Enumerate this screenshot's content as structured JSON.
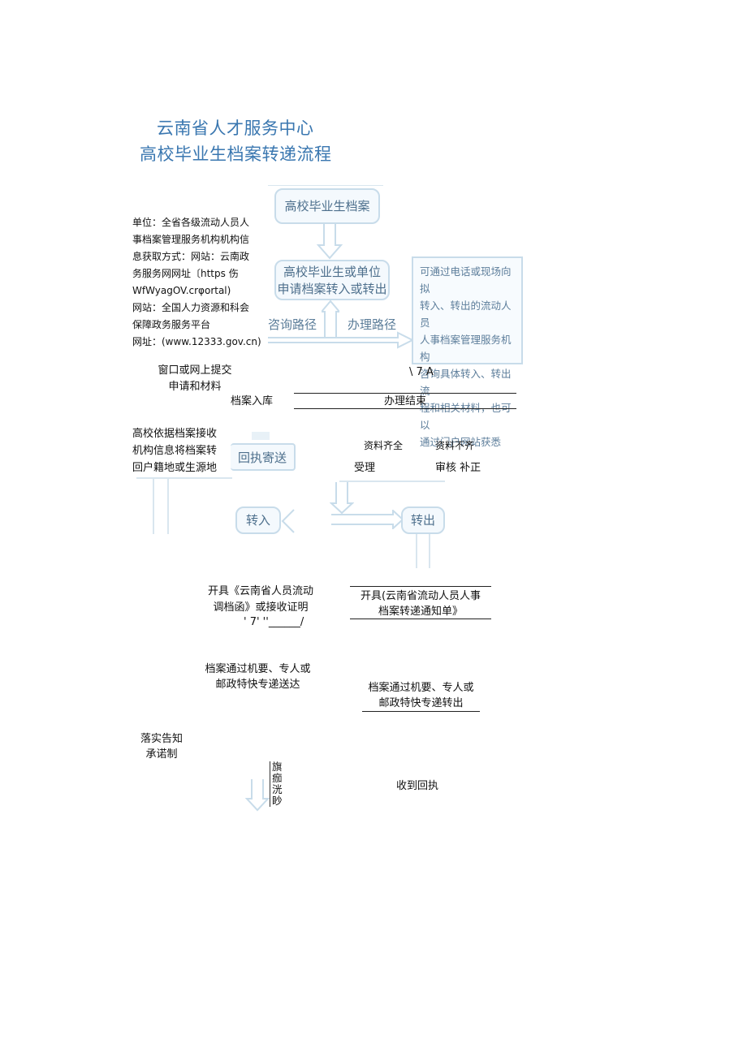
{
  "title": {
    "line1": "云南省人才服务中心",
    "line2": "高校毕业生档案转递流程"
  },
  "left_info": [
    "单位：全省各级流动人员人",
    "事档案管理服务机构机构信",
    "息获取方式：网站：云南政",
    "务服务网网址〔https 伤",
    "WfWyagOV.crφortal)",
    "网站：全国人力资源和科会",
    "保障政务服务平台",
    "网址：(www.12333.gov.cn)"
  ],
  "flow": {
    "archive_box": "高校毕业生档案",
    "apply_box_line1": "高校毕业生或单位",
    "apply_box_line2": "申请档案转入或转出",
    "consult_path": "咨询路径",
    "handle_path": "办理路径",
    "note_lines": [
      "可通过电话或现场向拟",
      "转入、转出的流动人员",
      "人事档案管理服务机构",
      "咨询具体转入、转出流",
      "程和相关材料，也可以",
      "通过门户网站获悉"
    ],
    "submit_line1": "窗口或网上提交",
    "submit_line2": "申请和材料",
    "garbled_1": "\\ 7 A",
    "archive_in": "档案入库",
    "finish": "办理结束",
    "return_info_lines": [
      "高校依据档案接收",
      "机构信息将档案转",
      "回户籍地或生源地"
    ],
    "receipt_send": "回执寄送",
    "complete_materials": "资料齐全",
    "incomplete_materials": "资料不齐",
    "accept": "受理",
    "review_fix": "审核  补正",
    "transfer_in": "转入",
    "transfer_out": "转出",
    "issue_letter_line1": "开具《云南省人员流动",
    "issue_letter_line2": "调档函》或接收证明",
    "garbled_2": "'  7'  ''______/",
    "issue_notice_line1": "开具(云南省流动人员人事",
    "issue_notice_line2": "档案转递通知单》",
    "deliver_in_line1": "档案通过机要、专人或",
    "deliver_in_line2": "邮政特快专递送达",
    "deliver_out_line1": "档案通过机要、专人或",
    "deliver_out_line2": "邮政特快专递转出",
    "commitment_line1": "落实告知",
    "commitment_line2": "承诺制",
    "vertical_chars": [
      "旗",
      "痂",
      "洸",
      "眇"
    ],
    "receipt_received": "收到回执"
  },
  "colors": {
    "title": "#3a77b0",
    "faint_border": "#c8dcea",
    "faint_text": "#4d6f8c"
  }
}
